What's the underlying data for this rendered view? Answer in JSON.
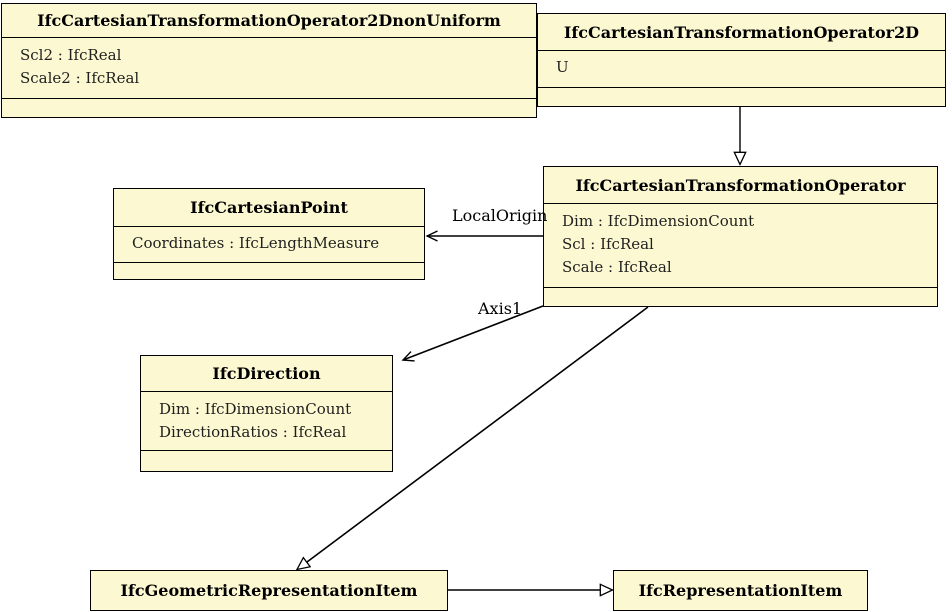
{
  "diagram": {
    "kind": "uml-class-diagram",
    "colors": {
      "box_fill": "#FCF9D2",
      "box_border": "#000000",
      "title_text": "#000000",
      "attribute_text": "#1F1F1F",
      "background": "#FFFFFF"
    },
    "classes": [
      {
        "name": "IfcCartesianTransformationOperator2DnonUniform",
        "attributes": [
          "Scl2 : IfcReal",
          "Scale2 : IfcReal"
        ]
      },
      {
        "name": "IfcCartesianTransformationOperator2D",
        "attributes": [
          "U"
        ]
      },
      {
        "name": "IfcCartesianTransformationOperator",
        "attributes": [
          "Dim : IfcDimensionCount",
          "Scl : IfcReal",
          "Scale : IfcReal"
        ]
      },
      {
        "name": "IfcCartesianPoint",
        "attributes": [
          "Coordinates : IfcLengthMeasure"
        ]
      },
      {
        "name": "IfcDirection",
        "attributes": [
          "Dim : IfcDimensionCount",
          "DirectionRatios : IfcReal"
        ]
      },
      {
        "name": "IfcGeometricRepresentationItem",
        "attributes": []
      },
      {
        "name": "IfcRepresentationItem",
        "attributes": []
      }
    ],
    "edges": [
      {
        "from": "IfcCartesianTransformationOperator2D",
        "to": "IfcCartesianTransformationOperator",
        "type": "inheritance",
        "label": ""
      },
      {
        "from": "IfcCartesianTransformationOperator",
        "to": "IfcCartesianPoint",
        "type": "association",
        "label": "LocalOrigin"
      },
      {
        "from": "IfcCartesianTransformationOperator",
        "to": "IfcDirection",
        "type": "association",
        "label": "Axis1"
      },
      {
        "from": "IfcCartesianTransformationOperator",
        "to": "IfcGeometricRepresentationItem",
        "type": "inheritance",
        "label": ""
      },
      {
        "from": "IfcGeometricRepresentationItem",
        "to": "IfcRepresentationItem",
        "type": "inheritance",
        "label": ""
      }
    ]
  }
}
